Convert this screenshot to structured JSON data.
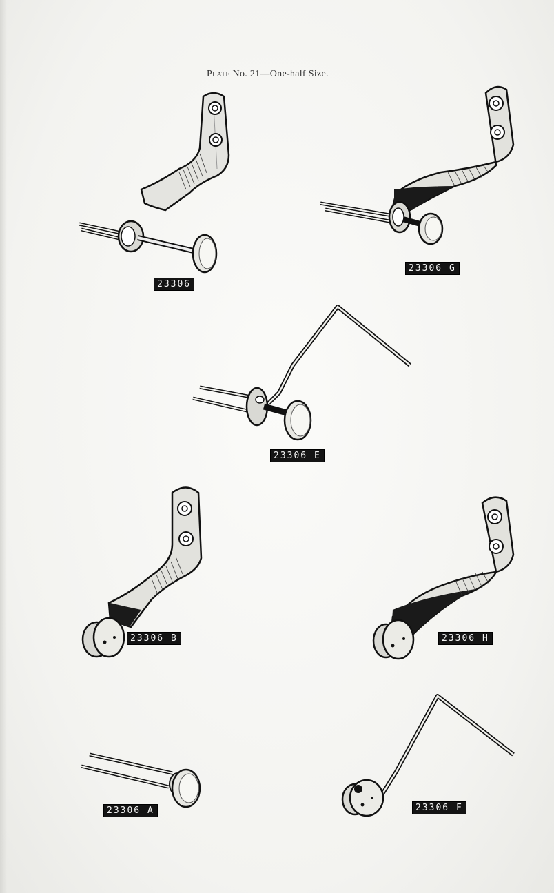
{
  "plate": {
    "title_prefix": "Plate",
    "title_rest": " No. 21—One-half Size."
  },
  "parts": [
    {
      "label": "23306"
    },
    {
      "label": "23306 G"
    },
    {
      "label": "23306 E"
    },
    {
      "label": "23306 B"
    },
    {
      "label": "23306 H"
    },
    {
      "label": "23306 A"
    },
    {
      "label": "23306 F"
    }
  ]
}
